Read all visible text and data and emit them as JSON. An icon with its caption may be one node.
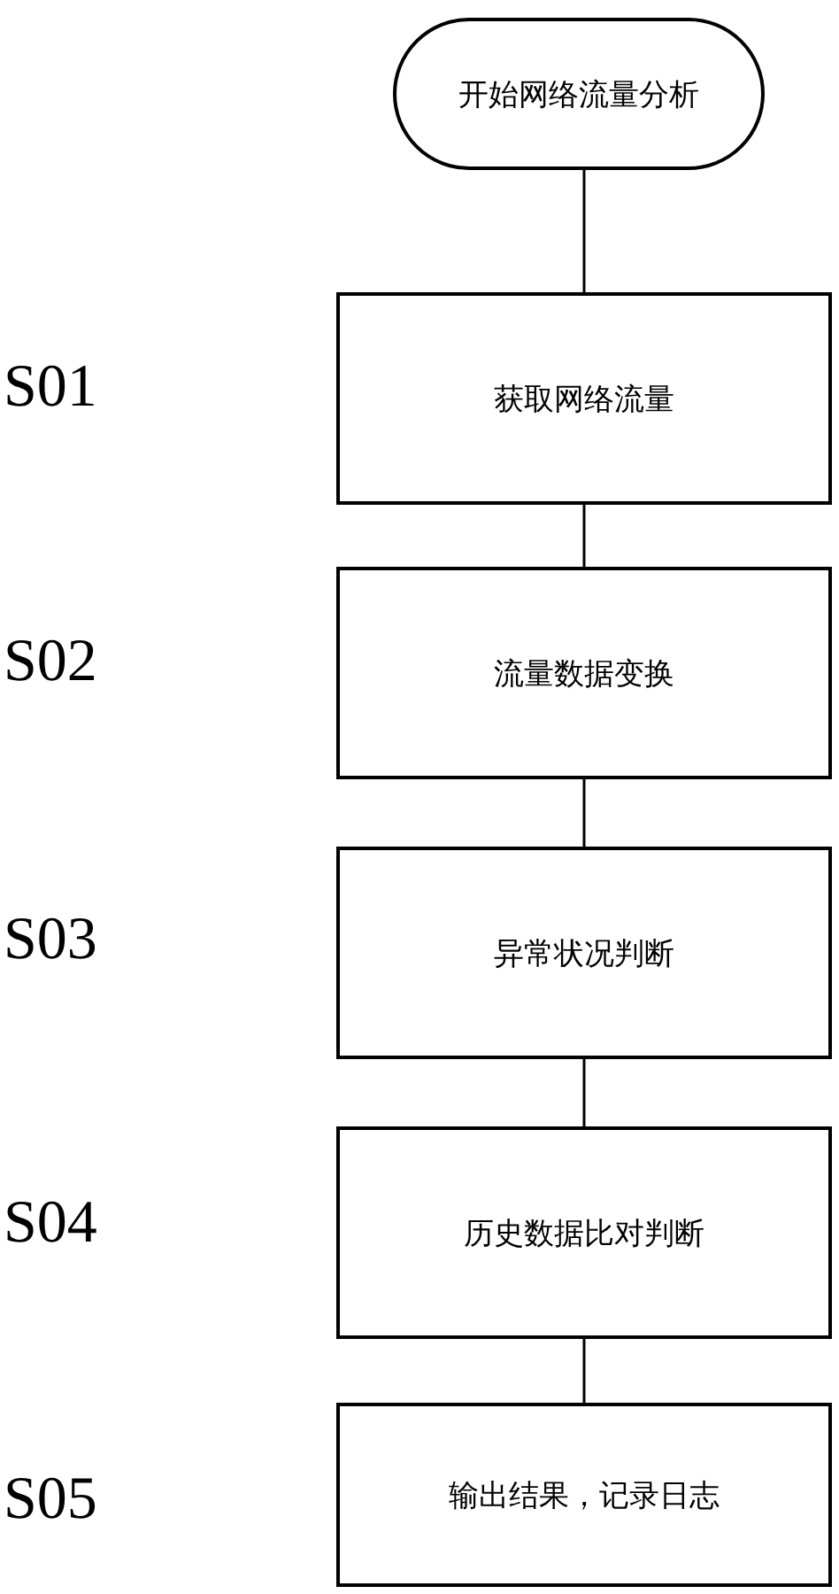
{
  "diagram": {
    "nodes": [
      {
        "text": [
          "开始网络流量分析"
        ]
      },
      {
        "text": [
          "获取网络流量"
        ]
      },
      {
        "text": [
          "流量数据变换"
        ]
      },
      {
        "text": [
          "异常状况判断"
        ]
      },
      {
        "text": [
          "历史数据比对判断"
        ]
      },
      {
        "text": [
          "输出结果，记录日志"
        ]
      }
    ],
    "labels": [
      "S01",
      "S02",
      "S03",
      "S04",
      "S05"
    ],
    "edges": [
      {
        "from": 0,
        "to": 1,
        "arrow": "none"
      },
      {
        "from": 1,
        "to": 2,
        "arrow": "none"
      },
      {
        "from": 2,
        "to": 3,
        "arrow": "none"
      },
      {
        "from": 3,
        "to": 4,
        "arrow": "none"
      },
      {
        "from": 4,
        "to": 5,
        "arrow": "none"
      }
    ]
  }
}
